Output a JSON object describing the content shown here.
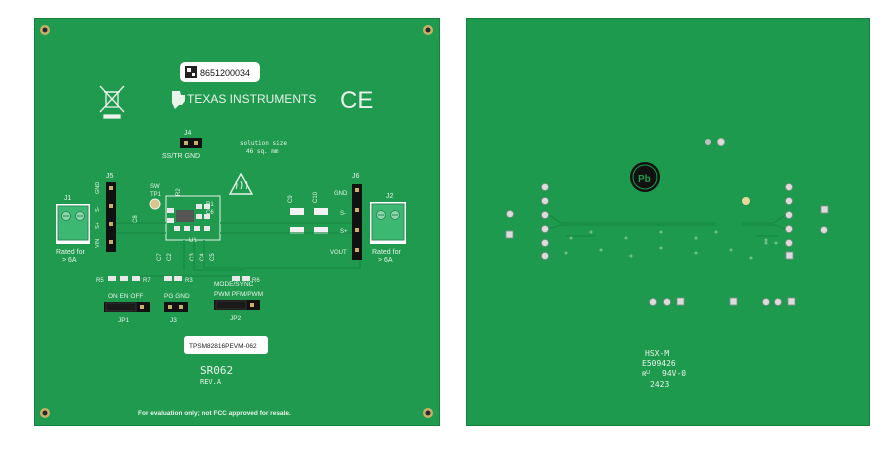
{
  "top_board": {
    "serial_number": "8651200034",
    "brand": "TEXAS INSTRUMENTS",
    "ce_mark": "CE",
    "solution_size_line1": "solution size",
    "solution_size_line2": "46 sq. mm",
    "j4_label": "J4",
    "j4_pins": "SS/TR  GND",
    "j5_label": "J5",
    "j5_pins": [
      "GND",
      "S-",
      "S+",
      "VIN"
    ],
    "j1_label": "J1",
    "j1_rating": "Rated for",
    "j1_rating2": "> 6A",
    "j6_label": "J6",
    "j6_pins": [
      "GND",
      "S-",
      "S+",
      "VOUT"
    ],
    "j2_label": "J2",
    "j2_rating": "Rated for",
    "j2_rating2": "> 6A",
    "sw_label": "SW",
    "tp1_label": "TP1",
    "u1_label": "U1",
    "refdes": [
      "C8",
      "C7",
      "C2",
      "C3",
      "C4",
      "C5",
      "R2",
      "R1",
      "C6",
      "C9",
      "C10",
      "R5",
      "R7",
      "R3",
      "R6"
    ],
    "jp1_labels": "ON  EN  OFF",
    "jp1_name": "JP1",
    "j3_labels": "PG  GND",
    "j3_name": "J3",
    "jp2_labels_line1": "MODE/SYNC",
    "jp2_labels_line2": "PWM    PFM/PWM",
    "jp2_name": "JP2",
    "part_label": "TPSM82816PEVM-062",
    "board_id": "SR062",
    "revision": "REV.A",
    "disclaimer": "For evaluation only; not FCC approved for resale."
  },
  "bottom_board": {
    "manufacturer_code": "HSX-M",
    "ul_file": "E509426",
    "flammability": "94V-0",
    "date_code": "2423"
  },
  "colors": {
    "pcb_green": "#1f9a4e",
    "silkscreen": "#e9f3ea",
    "terminal_green": "#3cb873",
    "header_black": "#111111"
  }
}
